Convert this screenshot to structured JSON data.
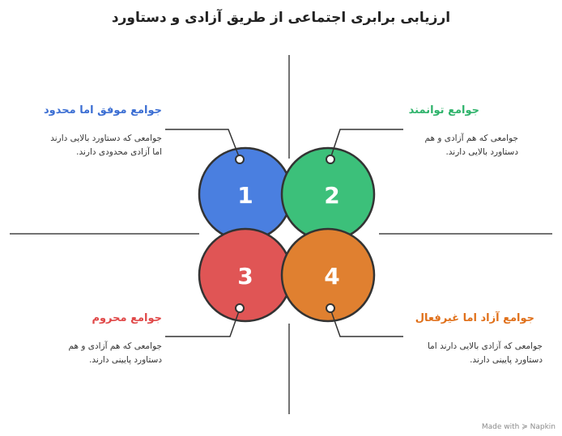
{
  "title": "ارزیابی برابری اجتماعی از طریق آزادی و دستاورد",
  "quadrants": [
    {
      "number": "1",
      "title": "جوامع موفق اما محدود",
      "description_lines": [
        "جوامعی که دستاورد بالایی دارند",
        "اما آزادی محدودی دارند."
      ],
      "color": "#4a7fe0",
      "text_color": "#3b6ed3"
    },
    {
      "number": "2",
      "title": "جوامع توانمند",
      "description_lines": [
        "جوامعی که هم آزادی و هم",
        "دستاورد بالایی دارند."
      ],
      "color": "#3cc07a",
      "text_color": "#2fb36b"
    },
    {
      "number": "3",
      "title": "جوامع محروم",
      "description_lines": [
        "جوامعی که هم آزادی و هم",
        "دستاورد پایینی دارند."
      ],
      "color": "#e05555",
      "text_color": "#e04848"
    },
    {
      "number": "4",
      "title": "جوامع آزاد اما غیرفعال",
      "description_lines": [
        "جوامعی که آزادی بالایی دارند اما",
        "دستاورد پایینی دارند."
      ],
      "color": "#e08030",
      "text_color": "#e0701a"
    }
  ],
  "watermark": "Made with ≽ Napkin"
}
